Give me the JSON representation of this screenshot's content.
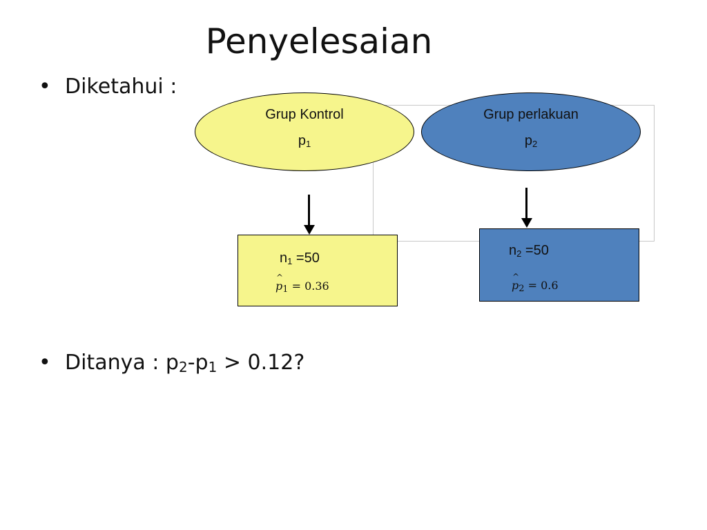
{
  "slide": {
    "title": "Penyelesaian",
    "bullet_glyph": "•",
    "bullet_known": "Diketahui :",
    "bullet_asked_prefix": "Ditanya : p",
    "bullet_asked_sub1": "2",
    "bullet_asked_mid": "-p",
    "bullet_asked_sub2": "1",
    "bullet_asked_suffix": " > 0.12?"
  },
  "diagram": {
    "control": {
      "label": "Grup Kontrol",
      "param_base": "p",
      "param_sub": "1",
      "n_base": "n",
      "n_sub": "1",
      "n_value": " =50",
      "phat_base": "p",
      "phat_sub": "1",
      "phat_value": " = 0.36",
      "fill": "#f6f58c"
    },
    "treatment": {
      "label": "Grup perlakuan",
      "param_base": "p",
      "param_sub": "2",
      "n_base": "n",
      "n_sub": "2",
      "n_value": " =50",
      "phat_base": "p",
      "phat_sub": "2",
      "phat_value": " = 0.6",
      "fill": "#4f81bd"
    }
  }
}
